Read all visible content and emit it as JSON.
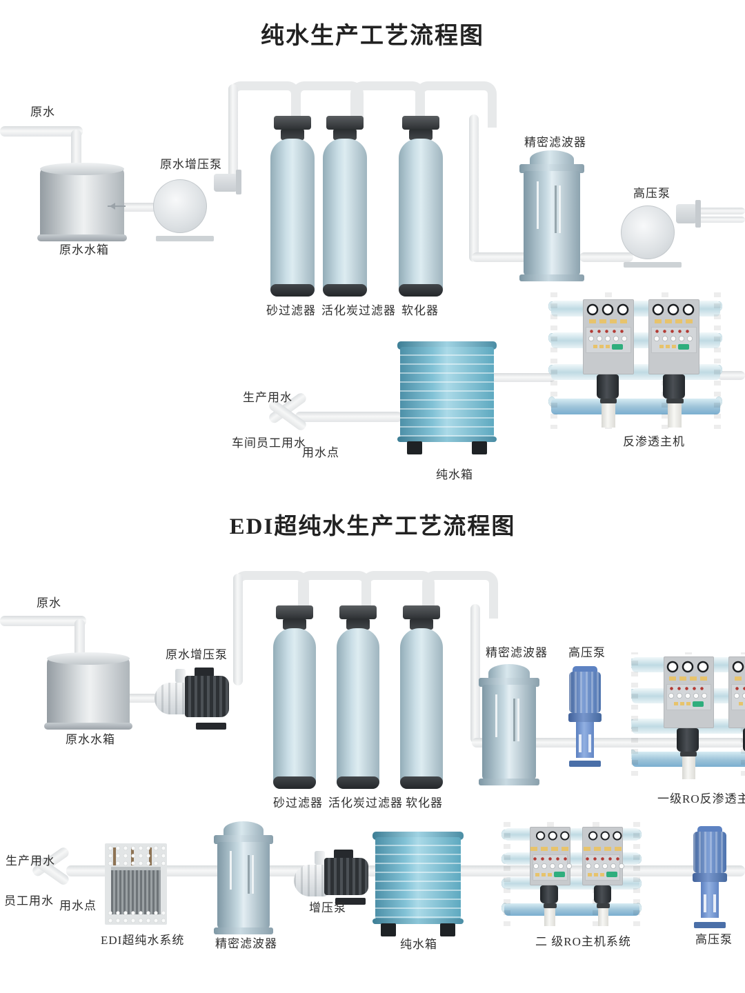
{
  "diagram1": {
    "title": "纯水生产工艺流程图",
    "labels": {
      "raw_water": "原水",
      "raw_tank": "原水水箱",
      "raw_pump": "原水增压泵",
      "sand_filter": "砂过滤器",
      "carbon_filter": "活化炭过滤器",
      "softener": "软化器",
      "precision_filter": "精密滤波器",
      "hp_pump": "高压泵",
      "ro_unit": "反渗透主机",
      "pure_tank": "纯水箱",
      "production_water": "生产用水",
      "staff_water": "车间员工用水",
      "water_point": "用水点"
    }
  },
  "diagram2": {
    "title": "EDI超纯水生产工艺流程图",
    "labels": {
      "raw_water": "原水",
      "raw_tank": "原水水箱",
      "raw_pump": "原水增压泵",
      "sand_filter": "砂过滤器",
      "carbon_filter": "活化炭过滤器",
      "softener": "软化器",
      "precision_filter_1": "精密滤波器",
      "hp_pump_1": "高压泵",
      "ro_stage1": "一级RO反渗透主机",
      "production_water": "生产用水",
      "staff_water": "员工用水",
      "water_point": "用水点",
      "edi_system": "EDI超纯水系统",
      "precision_filter_2": "精密滤波器",
      "booster_pump": "增压泵",
      "pure_tank": "纯水箱",
      "ro_stage2": "二 级RO主机系统",
      "hp_pump_2": "高压泵"
    }
  },
  "colors": {
    "pipe": "#e7e9ea",
    "vessel_body": "#cadee6",
    "vessel_cap": "#2d3033",
    "teal_tank": "#82c2d6",
    "blue_pump": "#6d92cf",
    "green_button": "#2fae7d",
    "gauge_ring": "#1b1e21",
    "yellow_light": "#e7c36c",
    "red_light": "#b23a34"
  }
}
